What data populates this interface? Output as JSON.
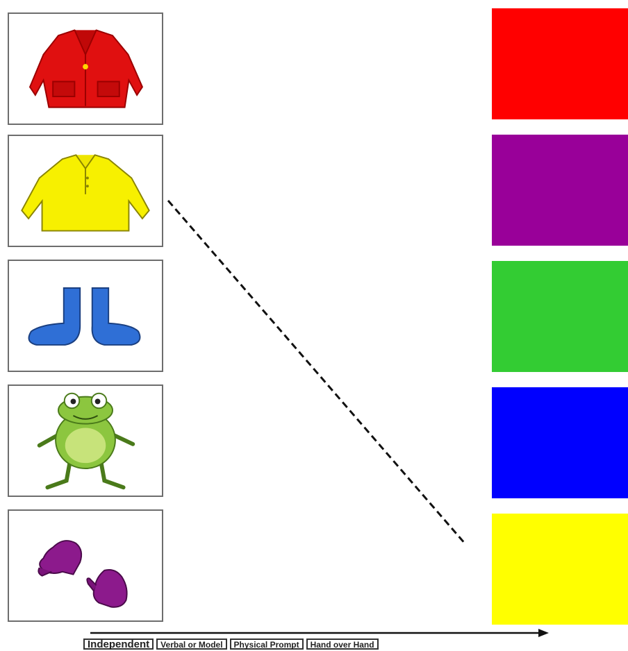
{
  "picture_cards": [
    {
      "icon": "raincoat-icon",
      "color": "#e01010"
    },
    {
      "icon": "shirt-icon",
      "color": "#f7f000"
    },
    {
      "icon": "socks-icon",
      "color": "#2f6fd6"
    },
    {
      "icon": "frog-icon",
      "color": "#8cc63f"
    },
    {
      "icon": "mittens-icon",
      "color": "#8c1a8c"
    }
  ],
  "color_swatches": [
    {
      "name": "red",
      "color": "#ff0000"
    },
    {
      "name": "purple",
      "color": "#990099"
    },
    {
      "name": "green",
      "color": "#33cc33"
    },
    {
      "name": "blue",
      "color": "#0000ff"
    },
    {
      "name": "yellow",
      "color": "#ffff00"
    }
  ],
  "prompt_scale": {
    "levels": [
      "Independent",
      "Verbal or Model",
      "Physical Prompt",
      "Hand over Hand"
    ]
  }
}
